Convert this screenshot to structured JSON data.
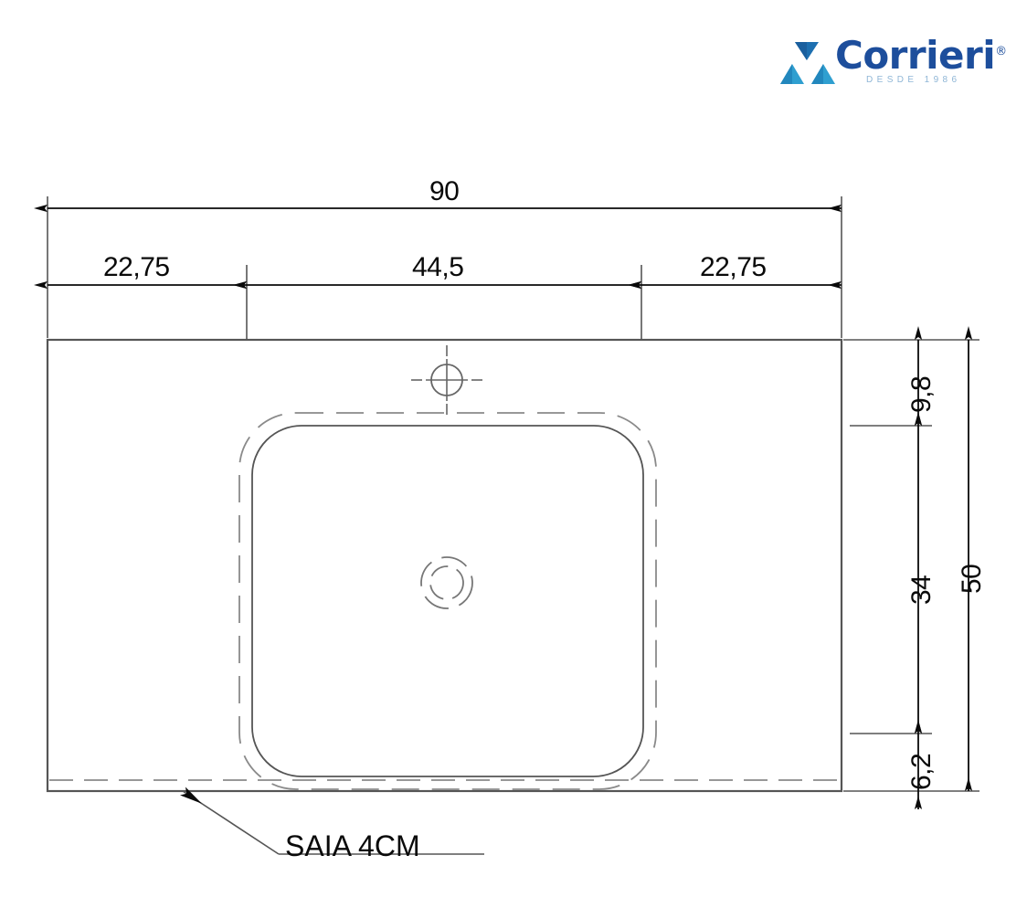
{
  "logo": {
    "brand": "Corrieri",
    "registered_mark": "®",
    "tagline": "DESDE 1986",
    "mark_icon": "triple-triangle-icon",
    "brand_color": "#1d4e9c",
    "triangle_color_dark": "#1d6fb0",
    "triangle_color_light": "#2f9fd0",
    "tagline_color": "#8fb6d6"
  },
  "drawing": {
    "title": "bathroom-countertop-basin-plan",
    "line_color": "#555555",
    "dim_color": "#0a0a0a",
    "horizontal_dimensions": {
      "overall": "90",
      "left_offset": "22,75",
      "basin_width": "44,5",
      "right_offset": "22,75"
    },
    "vertical_dimensions": {
      "top_offset": "9,8",
      "basin_depth": "34",
      "bottom_offset": "6,2",
      "overall": "50"
    },
    "annotations": {
      "skirt_note": "SAIA 4CM"
    },
    "features": {
      "faucet_hole": "faucet-hole-marker",
      "drain": "drain-marker",
      "basin_outline": "basin-outline",
      "basin_rim": "basin-rim-dashed",
      "skirt_line": "skirt-dashed-line",
      "countertop": "countertop-outline"
    }
  }
}
